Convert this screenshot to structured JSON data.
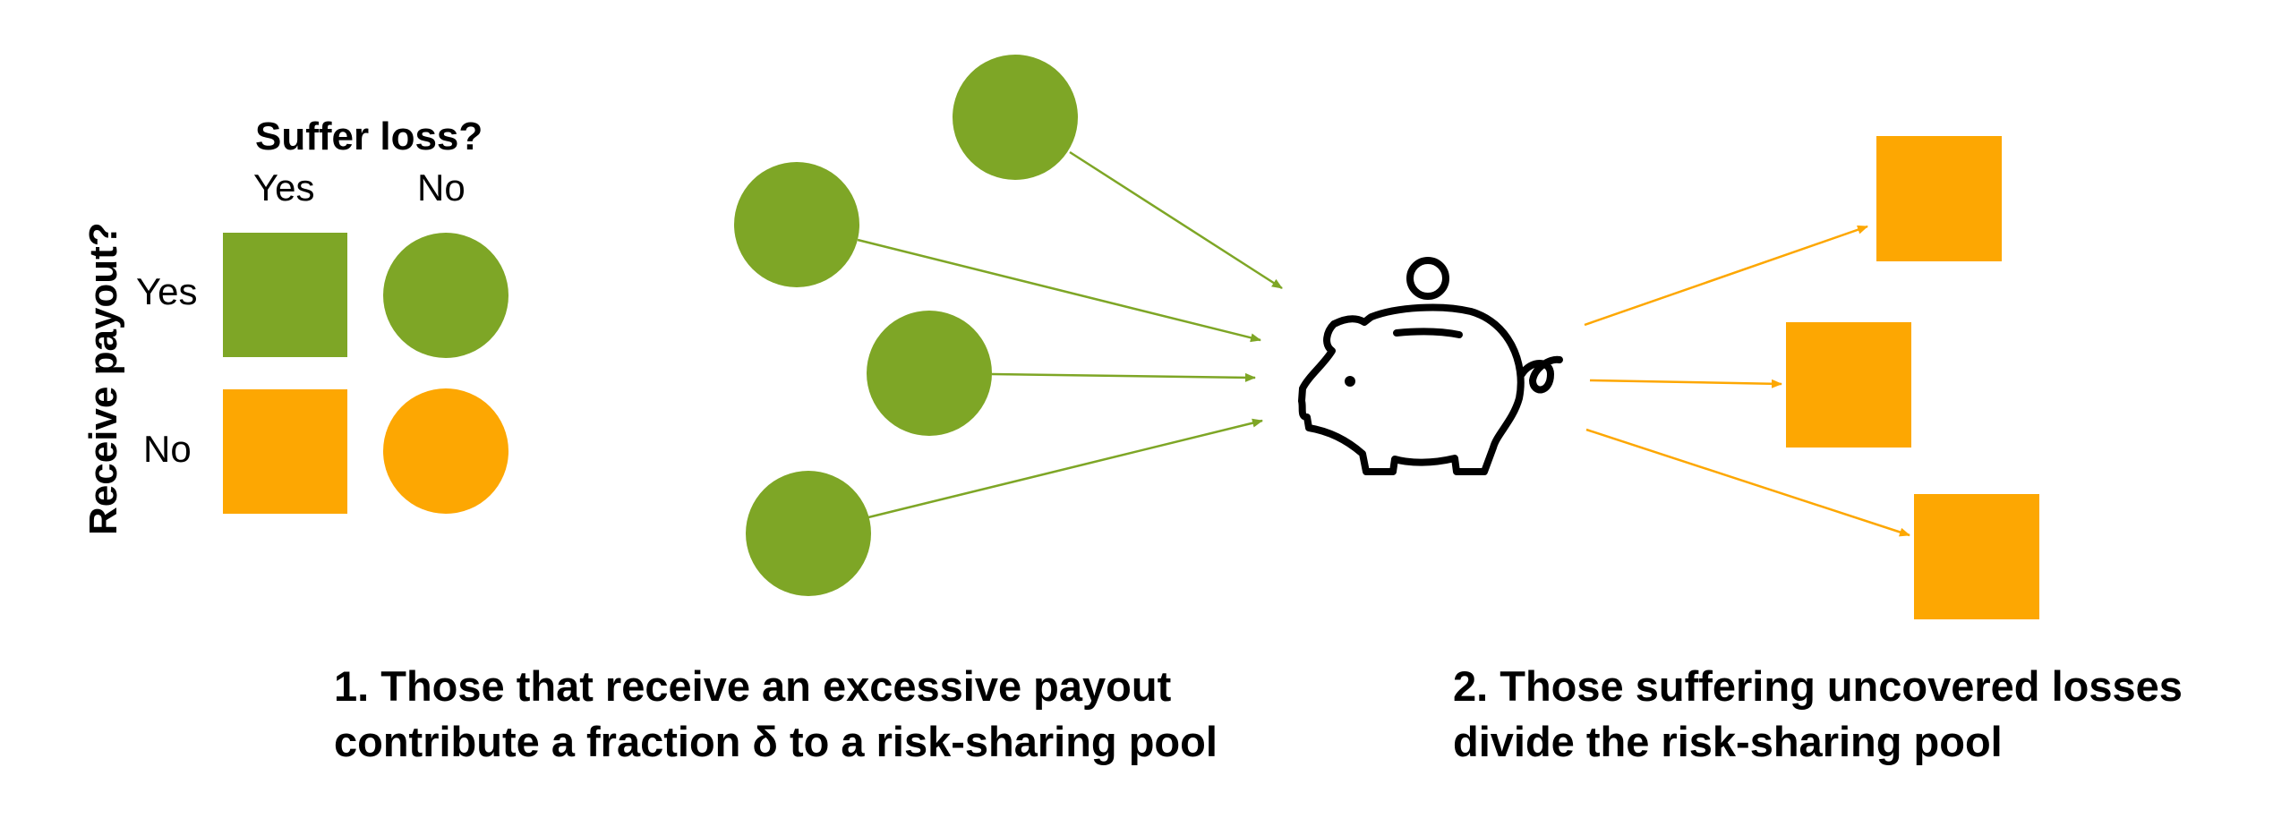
{
  "colors": {
    "green": "#7EA626",
    "orange": "#FDA702",
    "ink": "#000000",
    "background": "#FFFFFF"
  },
  "legend": {
    "title": "Suffer loss?",
    "column_labels": [
      "Yes",
      "No"
    ],
    "row_axis_label": "Receive payout?",
    "row_labels": [
      "Yes",
      "No"
    ],
    "cells": [
      {
        "payout": "Yes",
        "loss": "Yes",
        "shape": "square",
        "color": "green"
      },
      {
        "payout": "Yes",
        "loss": "No",
        "shape": "circle",
        "color": "green"
      },
      {
        "payout": "No",
        "loss": "Yes",
        "shape": "square",
        "color": "orange"
      },
      {
        "payout": "No",
        "loss": "No",
        "shape": "circle",
        "color": "orange"
      }
    ]
  },
  "pool": {
    "icon": "piggy-bank-icon"
  },
  "contributors": {
    "shape": "circle",
    "color": "green",
    "count": 4
  },
  "recipients": {
    "shape": "square",
    "color": "orange",
    "count": 3
  },
  "captions": {
    "step1_line1": "1. Those that receive an excessive payout",
    "step1_line2": "contribute a fraction δ to a risk-sharing pool",
    "step2_line1": "2. Those suffering uncovered losses",
    "step2_line2": "divide the risk-sharing pool"
  }
}
